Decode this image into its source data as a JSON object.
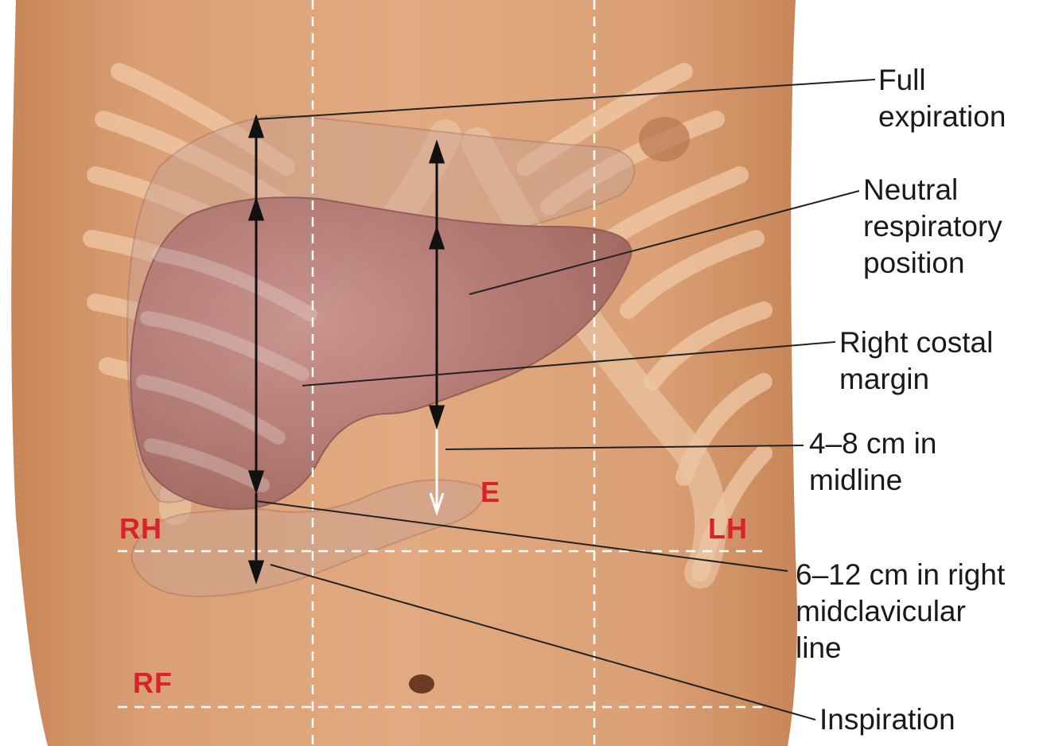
{
  "callouts": {
    "full_expiration": [
      "Full",
      "expiration"
    ],
    "neutral_position": [
      "Neutral",
      "respiratory",
      "position"
    ],
    "right_costal_margin": [
      "Right costal",
      "margin"
    ],
    "midline_span": [
      "4–8 cm in",
      "midline"
    ],
    "mcl_span": [
      "6–12 cm in right",
      "midclavicular",
      "line"
    ],
    "inspiration": [
      "Inspiration"
    ]
  },
  "regions": {
    "right_hypochondriac": "RH",
    "left_hypochondriac": "LH",
    "epigastric": "E",
    "right_flank": "RF"
  },
  "colors": {
    "region_label": "#d8222c",
    "skin": "#d99a6c",
    "liver": "#b07a76",
    "guide_dash": "#ffffff"
  }
}
